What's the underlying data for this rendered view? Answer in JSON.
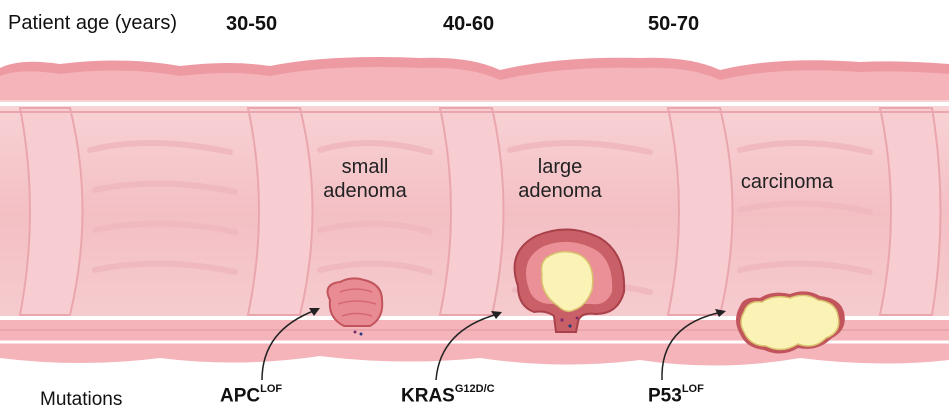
{
  "header": {
    "age_label": "Patient age (years)",
    "ages": [
      "30-50",
      "40-60",
      "50-70"
    ]
  },
  "stages": [
    {
      "line1": "small",
      "line2": "adenoma"
    },
    {
      "line1": "large",
      "line2": "adenoma"
    },
    {
      "line1": "carcinoma",
      "line2": ""
    }
  ],
  "mutations": {
    "label": "Mutations",
    "items": [
      {
        "gene": "APC",
        "variant": "LOF"
      },
      {
        "gene": "KRAS",
        "variant": "G12D/C"
      },
      {
        "gene": "P53",
        "variant": "LOF"
      }
    ]
  },
  "colors": {
    "tissue": "#f6c9cc",
    "tissue_dark": "#e48f97",
    "mucosa": "#f9dadc",
    "polyp": "#e7868b",
    "polyp_dark": "#c2545c",
    "tumor": "#fbf2b5",
    "tumor_edge": "#d9c26e"
  }
}
